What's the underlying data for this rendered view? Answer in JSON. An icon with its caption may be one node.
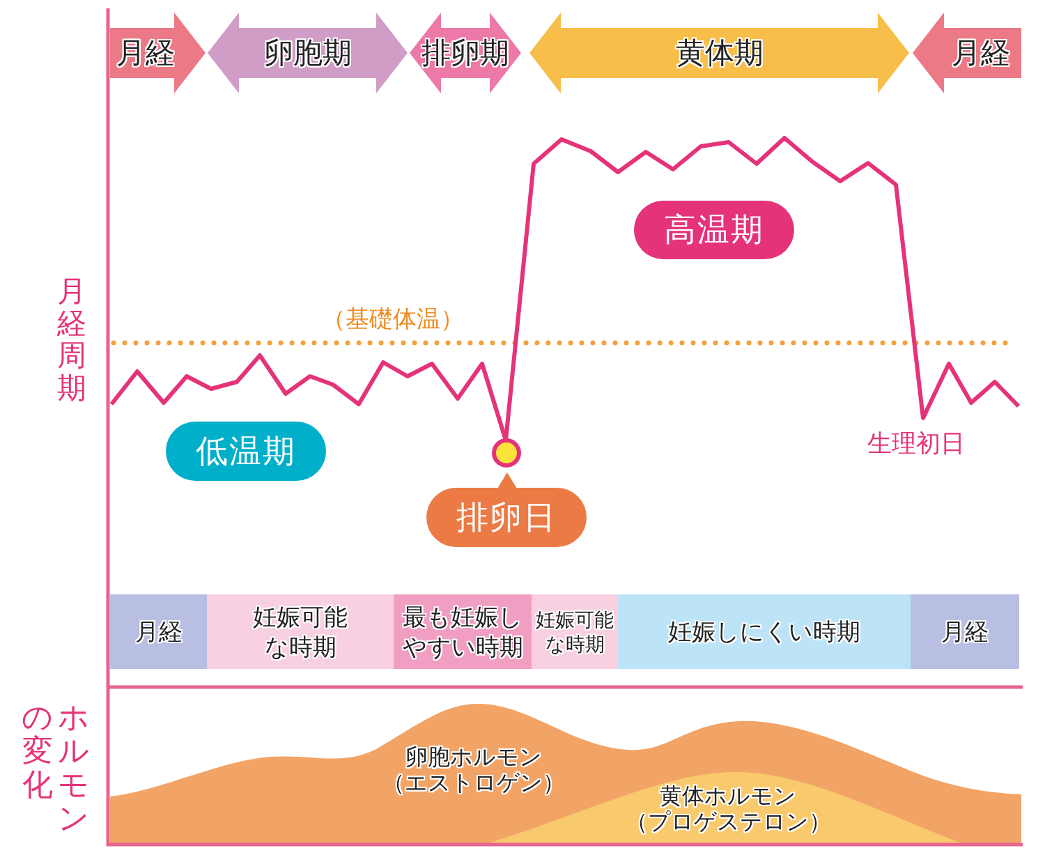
{
  "diagram": {
    "nodes": [
      {
        "text": [
          "月経"
        ]
      },
      {
        "text": [
          "卵胞期"
        ]
      },
      {
        "text": [
          "排卵期"
        ]
      },
      {
        "text": [
          "黄体期"
        ]
      },
      {
        "text": [
          "月経"
        ]
      },
      {
        "text": [
          "高温期"
        ]
      },
      {
        "text": [
          "低温期"
        ]
      },
      {
        "text": [
          "排卵日"
        ]
      },
      {
        "text": [
          "月経"
        ]
      },
      {
        "text": [
          "妊娠可能な時期"
        ]
      },
      {
        "text": [
          "最も妊娠しやすい時期"
        ]
      },
      {
        "text": [
          "妊娠可能な時期"
        ]
      },
      {
        "text": [
          "妊娠しにくい時期"
        ]
      },
      {
        "text": [
          "月経"
        ]
      }
    ],
    "labels": [
      "月経周期",
      "（基礎体温）",
      "生理初日",
      "ホルモンの変化",
      "卵胞ホルモン（エストロゲン）",
      "黄体ホルモン（プロゲステロン）"
    ]
  }
}
